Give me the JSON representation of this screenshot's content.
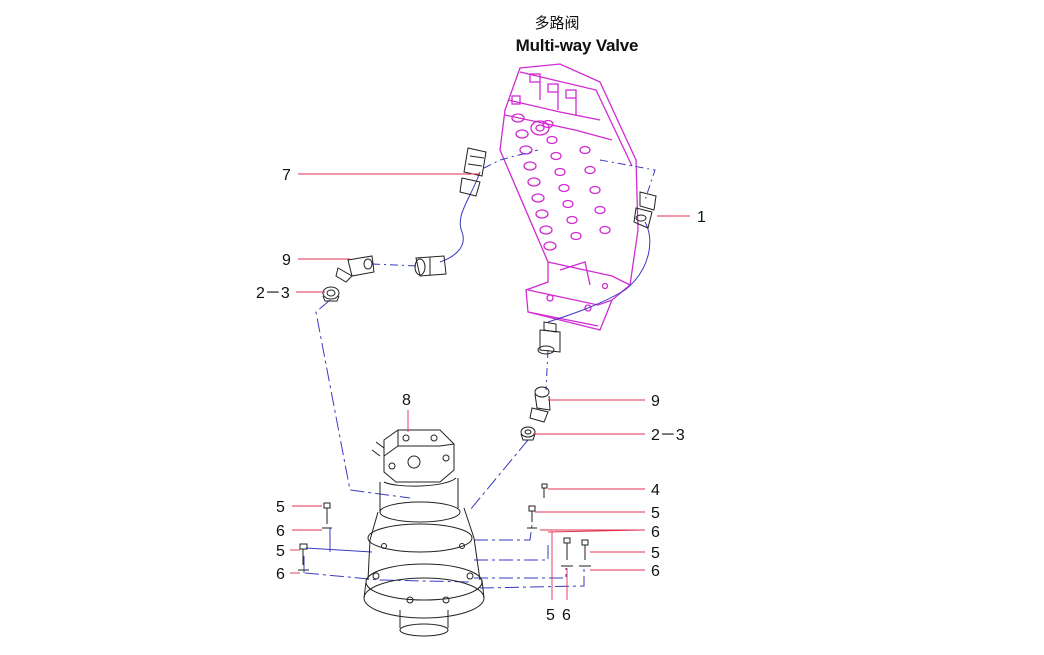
{
  "title": {
    "chinese": "多路阀",
    "english": "Multi-way Valve"
  },
  "colors": {
    "valve": "#d12bd1",
    "leader": "#e0304f",
    "hose": "#3a3ac0",
    "part": "#222222"
  },
  "callouts": {
    "c1": "1",
    "c7": "7",
    "c9a": "9",
    "c23a": "2－3",
    "c8": "8",
    "c9b": "9",
    "c23b": "2－3",
    "c4": "4",
    "c5a": "5",
    "c6a": "6",
    "c5b": "5",
    "c6b": "6",
    "c5c": "5",
    "c6c": "6",
    "c5d": "5",
    "c6d": "6",
    "c5e": "5",
    "c6e": "6"
  }
}
